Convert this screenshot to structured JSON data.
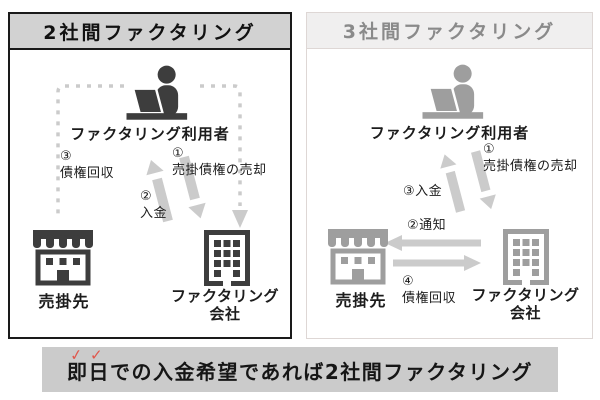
{
  "left_panel": {
    "title": "2社間ファクタリング",
    "user_label": "ファクタリング利用者",
    "step1_num": "①",
    "step1_label": "売掛債権の売却",
    "step2_num": "②",
    "step2_label": "入金",
    "step3_num": "③",
    "step3_label": "債権回収",
    "seller_label": "売掛先",
    "company_line1": "ファクタリング",
    "company_line2": "会社"
  },
  "right_panel": {
    "title": "3社間ファクタリング",
    "user_label": "ファクタリング利用者",
    "step1_num": "①",
    "step1_label": "売掛債権の売却",
    "step3_label": "③入金",
    "step2_label": "②通知",
    "step4_num": "④",
    "step4_label": "債権回収",
    "seller_label": "売掛先",
    "company_line1": "ファクタリング",
    "company_line2": "会社"
  },
  "banner": {
    "text": "即日での入金希望であれば2社間ファクタリング",
    "check": "✓"
  },
  "colors": {
    "dark_icon": "#3d3d3d",
    "gray_icon": "#9e9e9e",
    "arrow_gray": "#cbcbcb",
    "header_left_bg": "#d2d2d2",
    "header_right_bg": "#f0efef",
    "header_right_text": "#8a8a8a",
    "banner_bg": "#cbcbcb",
    "check_red": "#e0574c",
    "panel_border_dark": "#1a1a1a",
    "panel_border_light": "#ded7d5"
  }
}
